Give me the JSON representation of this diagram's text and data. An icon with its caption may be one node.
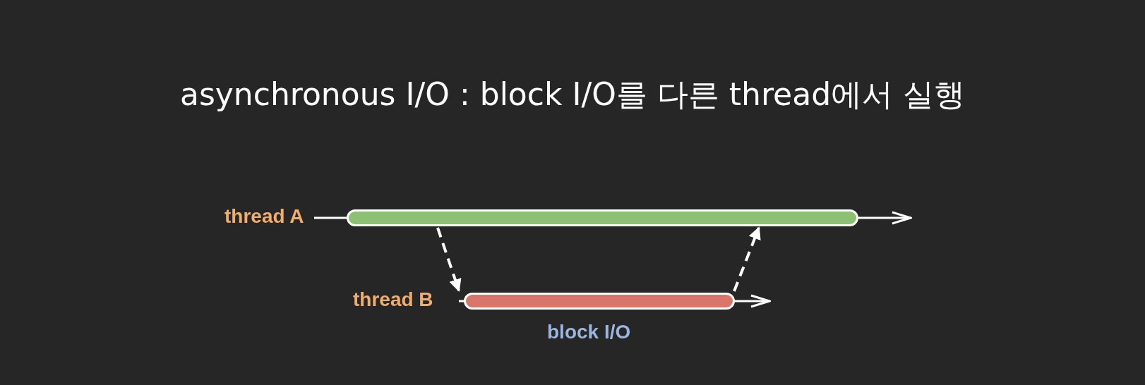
{
  "diagram": {
    "title": "asynchronous I/O : block I/O를 다른 thread에서 실행",
    "nodes": [
      {
        "text": [],
        "shape": "bar",
        "beside": [
          "thread A"
        ]
      },
      {
        "text": [],
        "shape": "bar",
        "beside": [
          "thread B",
          "block I/O"
        ]
      }
    ],
    "edges": [
      {
        "from": 0,
        "to": 1,
        "arrow": "to",
        "style": "dashed"
      },
      {
        "from": 1,
        "to": 0,
        "arrow": "to",
        "style": "dashed"
      }
    ]
  }
}
